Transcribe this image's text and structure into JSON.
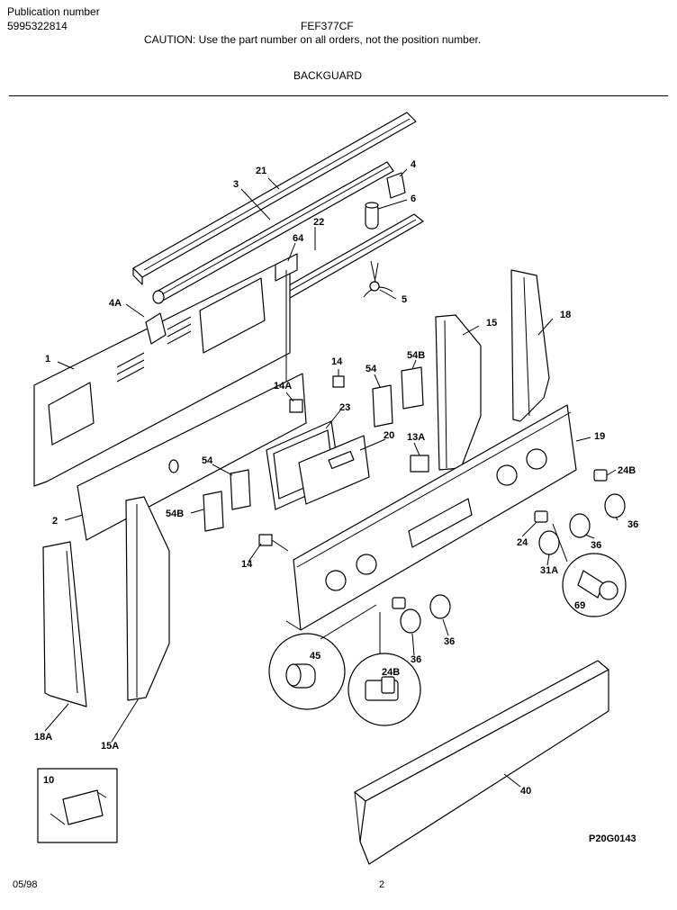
{
  "header": {
    "publication_label": "Publication number",
    "publication_number": "5995322814",
    "model": "FEF377CF",
    "caution": "CAUTION:  Use the part number on all orders, not the position number.",
    "section": "BACKGUARD"
  },
  "callouts": {
    "c1": "1",
    "c2": "2",
    "c3": "3",
    "c4": "4",
    "c4A": "4A",
    "c5": "5",
    "c6": "6",
    "c10": "10",
    "c14": "14",
    "c14A": "14A",
    "c14b": "14",
    "c13A": "13A",
    "c15": "15",
    "c15A": "15A",
    "c18": "18",
    "c18A": "18A",
    "c19": "19",
    "c20": "20",
    "c21": "21",
    "c22": "22",
    "c23": "23",
    "c24": "24",
    "c24B": "24B",
    "c24B_inset": "24B",
    "c31A": "31A",
    "c36a": "36",
    "c36b": "36",
    "c36c": "36",
    "c36d": "36",
    "c40": "40",
    "c45": "45",
    "c54a": "54",
    "c54b": "54",
    "c54B_a": "54B",
    "c54B_b": "54B",
    "c64": "64",
    "c69": "69"
  },
  "footer": {
    "drawing_code": "P20G0143",
    "date": "05/98",
    "page": "2"
  }
}
